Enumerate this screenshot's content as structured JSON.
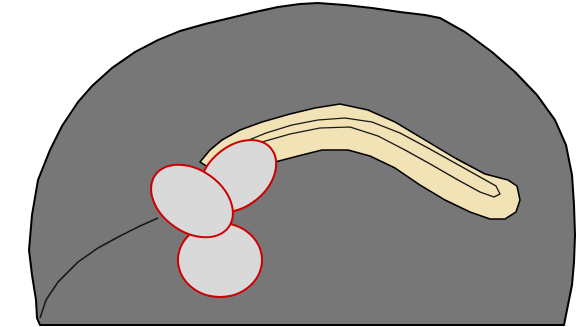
{
  "colors": {
    "background": "#ffffff",
    "body_fill": "#777777",
    "outline": "#000000",
    "band_fill": "#f2e3b6",
    "oval_fill": "#d9d9d9",
    "oval_stroke": "#cc0000"
  },
  "shapes": {
    "body": "gray-blob",
    "band": "cream-band",
    "ovals": [
      "oval",
      "oval",
      "oval"
    ]
  }
}
